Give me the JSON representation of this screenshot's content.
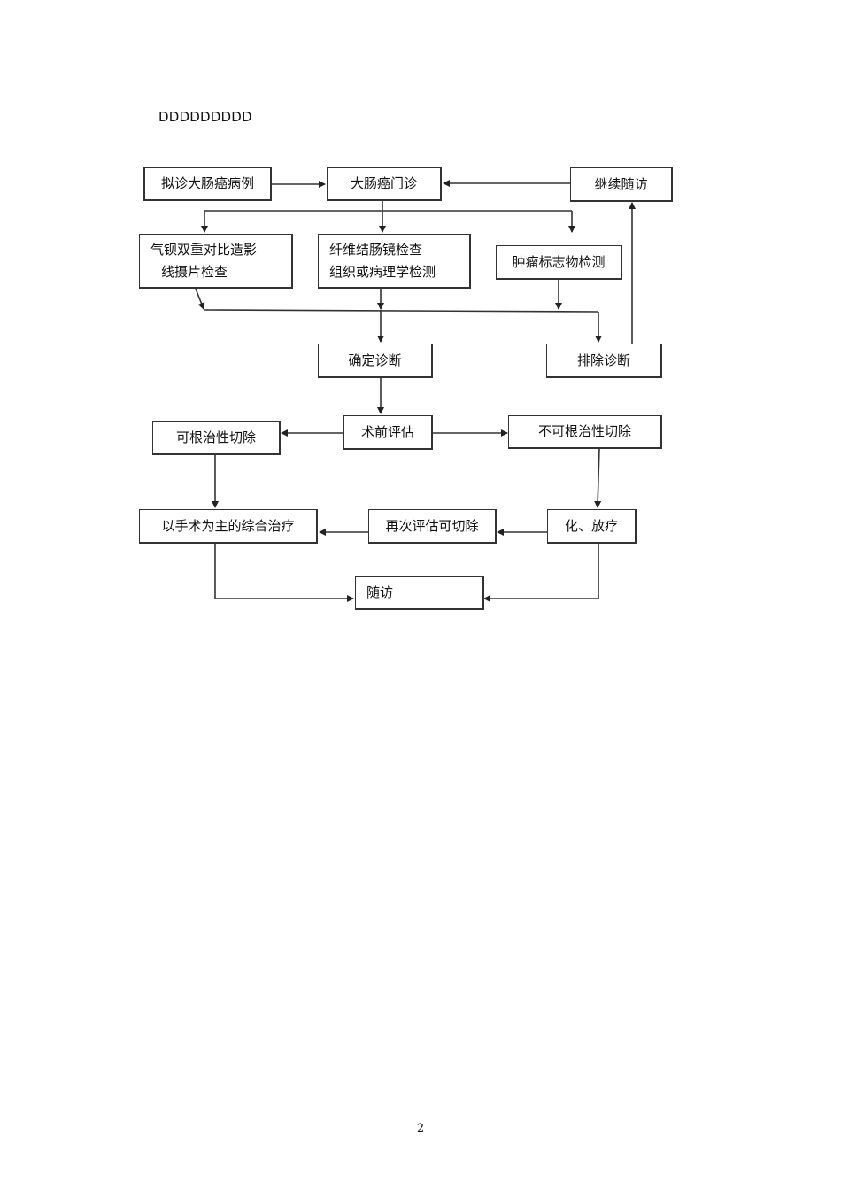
{
  "header": {
    "text": "DDDDDDDDD"
  },
  "nodes": {
    "suspect_case": "拟诊大肠癌病例",
    "outpatient": "大肠癌门诊",
    "continue_followup": "继续随访",
    "barium_line1": "气钡双重对比造影",
    "barium_line2": "线摄片检查",
    "colonoscopy_line1": "纤维结肠镜检查",
    "colonoscopy_line2": "组织或病理学检测",
    "tumor_marker": "肿瘤标志物检测",
    "confirmed_diagnosis": "确定诊断",
    "excluded_diagnosis": "排除诊断",
    "preop_assessment": "术前评估",
    "resectable": "可根治性切除",
    "unresectable": "不可根治性切除",
    "surgery_combined": "以手术为主的综合治疗",
    "reassess": "再次评估可切除",
    "chemo_radio": "化、放疗",
    "followup": "随访"
  },
  "page": {
    "number": "2"
  }
}
